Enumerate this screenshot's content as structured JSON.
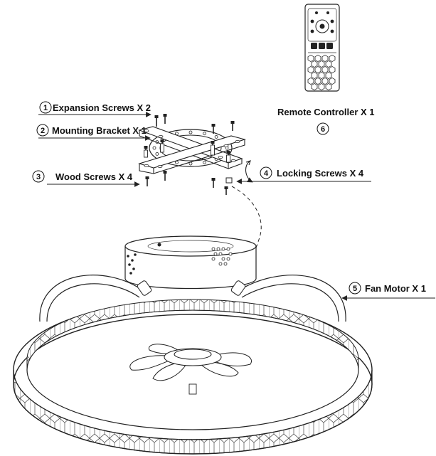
{
  "parts": [
    {
      "number": "1",
      "label": "Expansion Screws X 2"
    },
    {
      "number": "2",
      "label": "Mounting Bracket X 1"
    },
    {
      "number": "3",
      "label": "Wood Screws X 4"
    },
    {
      "number": "4",
      "label": "Locking Screws X 4"
    },
    {
      "number": "5",
      "label": "Fan Motor X 1"
    },
    {
      "number": "6",
      "label": "Remote Controller X 1"
    }
  ],
  "icons": {
    "remote": "remote-control-icon",
    "bracket": "mounting-bracket-icon",
    "fan": "ceiling-fan-icon"
  }
}
